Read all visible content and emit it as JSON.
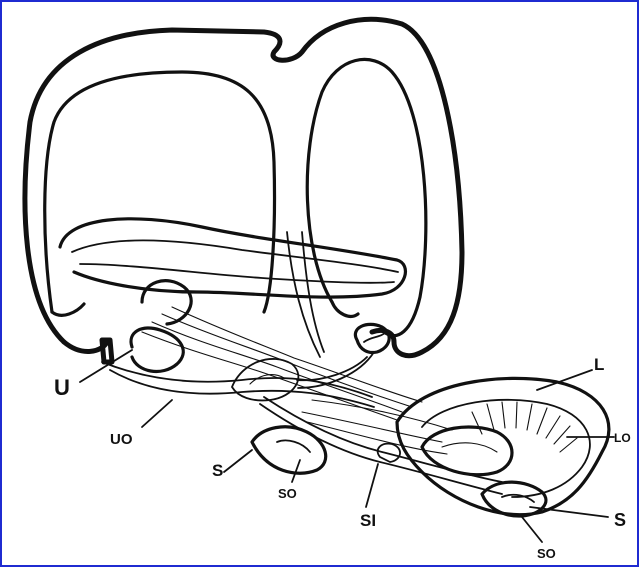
{
  "diagram": {
    "labels": {
      "U": "U",
      "UO": "UO",
      "S_left": "S",
      "SO_left": "SO",
      "SI": "SI",
      "L": "L",
      "LO": "LO",
      "S_right": "S",
      "SO_right": "SO"
    },
    "colors": {
      "frame": "#1f2bd1",
      "ink": "#111111"
    }
  }
}
